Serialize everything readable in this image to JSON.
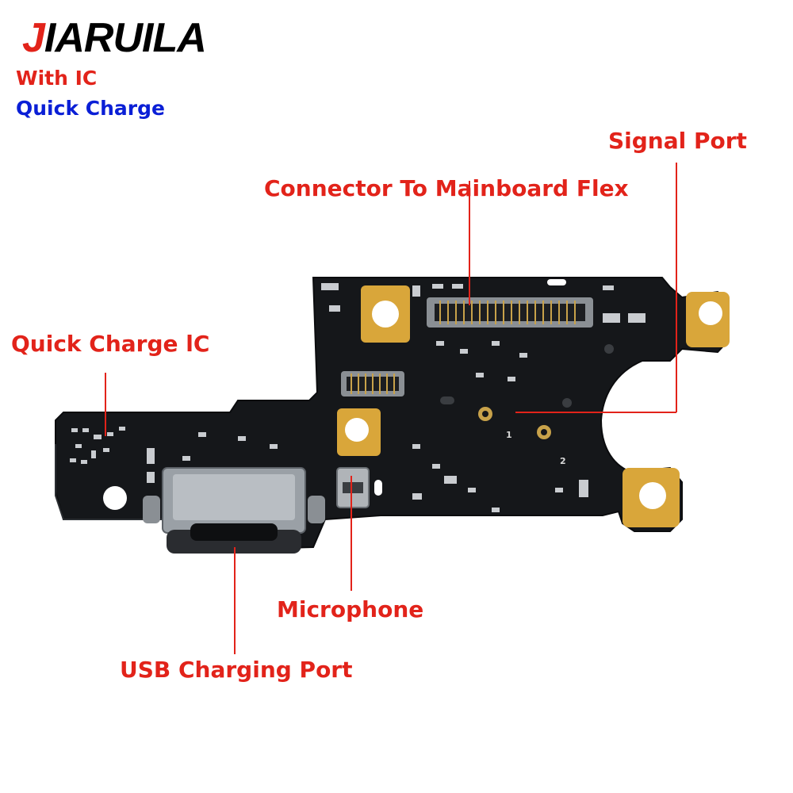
{
  "brand": {
    "first_letter": "J",
    "rest": "IARUILA"
  },
  "tags": {
    "with_ic": "With IC",
    "quick_charge": "Quick Charge"
  },
  "callouts": {
    "signal_port": "Signal Port",
    "connector": "Connector To Mainboard Flex",
    "quick_charge_ic": "Quick Charge lC",
    "microphone": "Microphone",
    "usb_port": "USB Charging Port"
  },
  "board_marks": {
    "port_1": "1",
    "port_2": "2"
  },
  "colors": {
    "label_red": "#e2231a",
    "label_blue": "#0a1fd6",
    "pcb": "#15171a",
    "gold_pad": "#d9a63a",
    "connector_metal": "#8a8f94"
  }
}
